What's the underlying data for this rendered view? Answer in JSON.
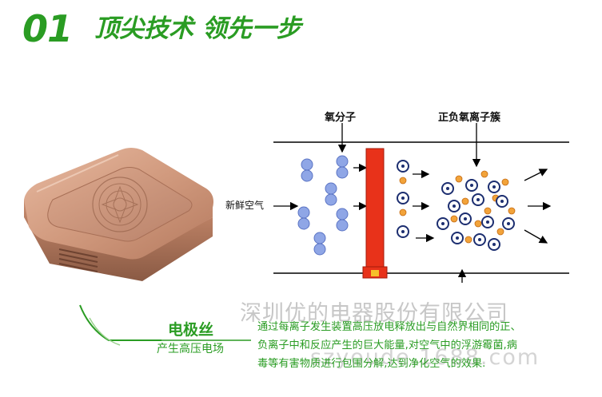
{
  "header": {
    "number": "01",
    "title": "顶尖技术 领先一步"
  },
  "diagram": {
    "label_oxygen": "氧分子",
    "label_ion_cluster": "正负氧离子簇",
    "label_fresh_air": "新鲜空气"
  },
  "feature": {
    "title": "电极丝",
    "subtitle": "产生高压电场",
    "description": [
      "通过每离子发生装置高压放电释放出与自然界相同的正、",
      "负离子中和反应产生的巨大能量,对空气中的浮游霉菌,病",
      "毒等有害物质进行包围分解,达到净化空气的效果."
    ]
  },
  "watermark": {
    "company": "深圳优的电器股份有限公司",
    "site": "szyoude.1688.com"
  },
  "colors": {
    "brand_green": "#2a9c23",
    "electrode_red": "#e8321a",
    "molecule_blue": "#8fa6e6",
    "ion_navy": "#1c2e70",
    "ion_orange": "#f2a33a",
    "device_gold": "#c4866a"
  }
}
